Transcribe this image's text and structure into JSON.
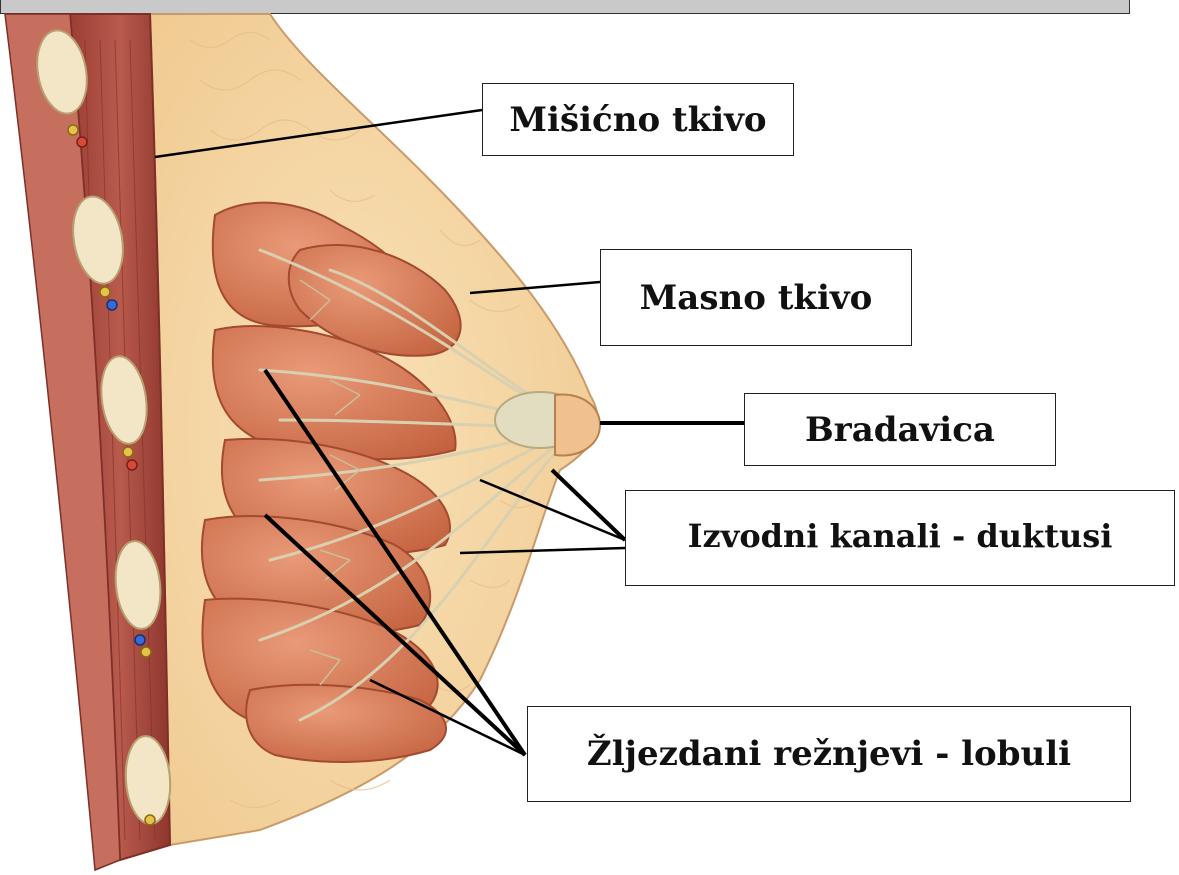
{
  "labels": {
    "muscle": "Mišićno tkivo",
    "fat": "Masno tkivo",
    "nipple": "Bradavica",
    "ducts": "Izvodni kanali - duktusi",
    "lobules": "Žljezdani režnjevi - lobuli"
  },
  "colors": {
    "fat": "#f6d8a8",
    "fat_outline": "#c99a6a",
    "muscle": "#a84a3e",
    "muscle_dark": "#7e2f28",
    "gland": "#d97a5a",
    "gland_dark": "#b85a40",
    "duct": "#d8d0b0",
    "rib": "#f3e6c6",
    "leader": "#000000"
  }
}
